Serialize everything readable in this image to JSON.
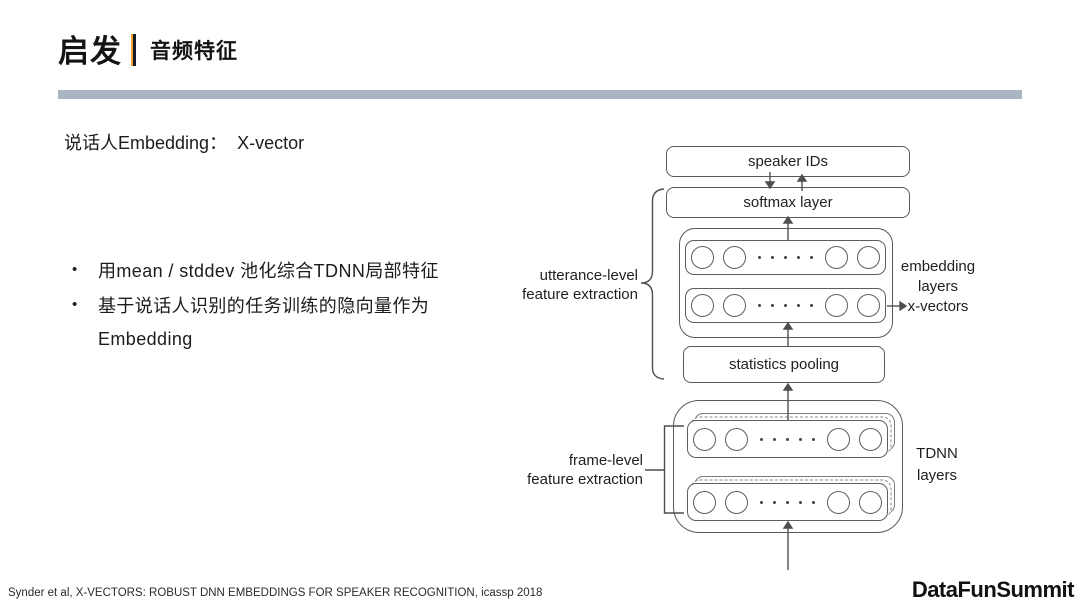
{
  "slide": {
    "header": {
      "title_main": "启发",
      "title_sub": "音频特征"
    },
    "subtitle": "说话人Embedding：  X-vector",
    "bullets": [
      {
        "marker": "•",
        "text": "用mean / stddev 池化综合TDNN局部特征"
      },
      {
        "marker": "•",
        "text": "基于说话人识别的任务训练的隐向量作为"
      },
      {
        "marker": "",
        "text": "Embedding"
      }
    ]
  },
  "diagram": {
    "boxes": {
      "speaker_ids": "speaker IDs",
      "softmax": "softmax layer",
      "statistics_pooling": "statistics pooling"
    },
    "side_labels": {
      "utterance": [
        "utterance-level",
        "feature extraction"
      ],
      "frame": [
        "frame-level",
        "feature extraction"
      ],
      "embedding": [
        "embedding",
        "layers",
        "x-vectors"
      ],
      "tdnn": [
        "TDNN",
        "layers"
      ]
    }
  },
  "footer": {
    "citation": "Synder et al, X-VECTORS: ROBUST DNN EMBEDDINGS FOR SPEAKER RECOGNITION, icassp 2018",
    "logo": "DataFunSummit"
  },
  "colors": {
    "divider": "#a9b5c3",
    "accent_orange": "#f0a32f",
    "accent_dark": "#141c2b",
    "diagram_line": "#595959"
  }
}
